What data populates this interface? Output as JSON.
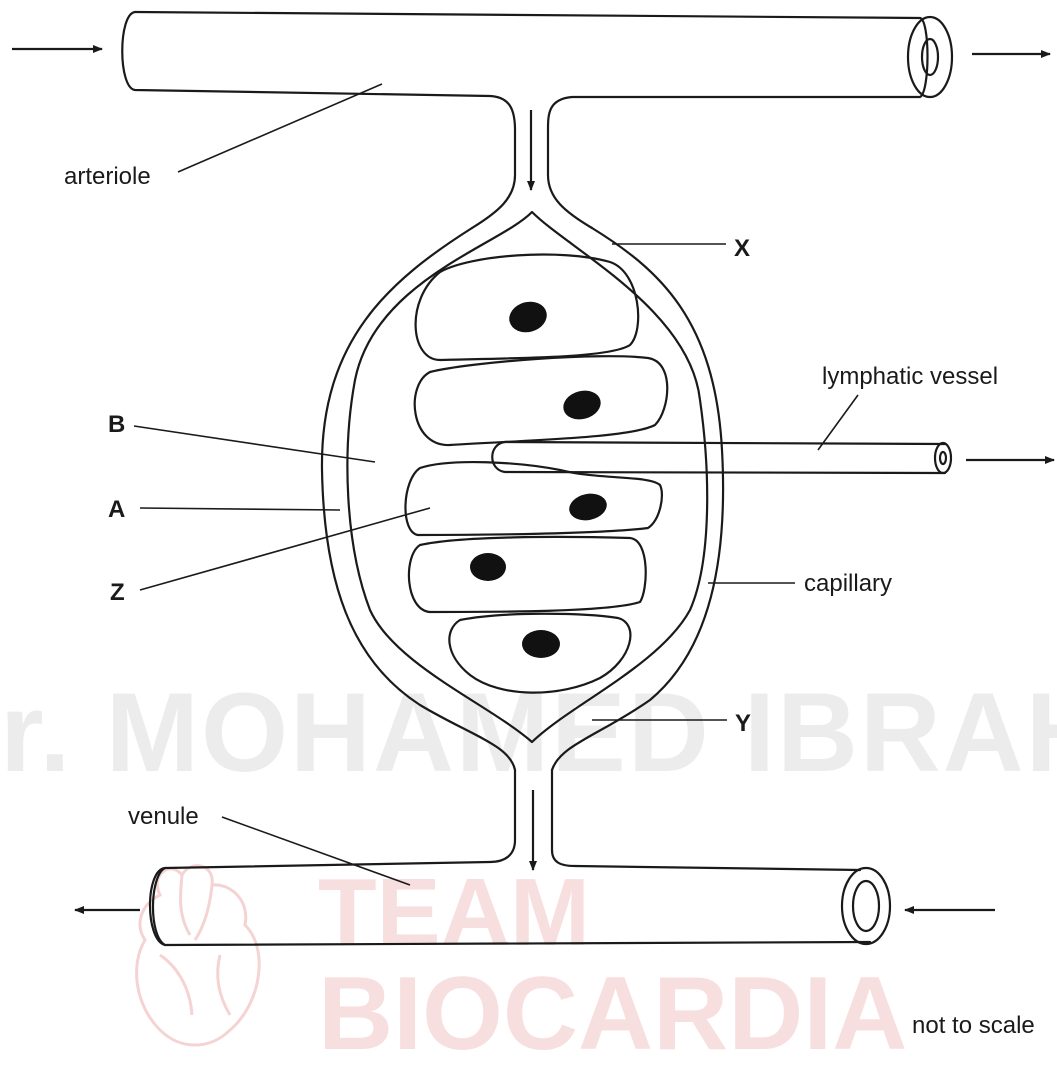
{
  "labels": {
    "arteriole": "arteriole",
    "x": "X",
    "lymphatic_vessel": "lymphatic vessel",
    "b": "B",
    "a": "A",
    "z": "Z",
    "capillary": "capillary",
    "y": "Y",
    "venule": "venule",
    "not_to_scale": "not to scale"
  },
  "watermark": {
    "line1": "r. MOHAMED IBRAH",
    "line2": "TEAM",
    "line3": "BIOCARDIA"
  },
  "colors": {
    "line": "#1a1a1a",
    "watermark_red": "#e68c8c",
    "watermark_grey": "#c8c8c8"
  }
}
